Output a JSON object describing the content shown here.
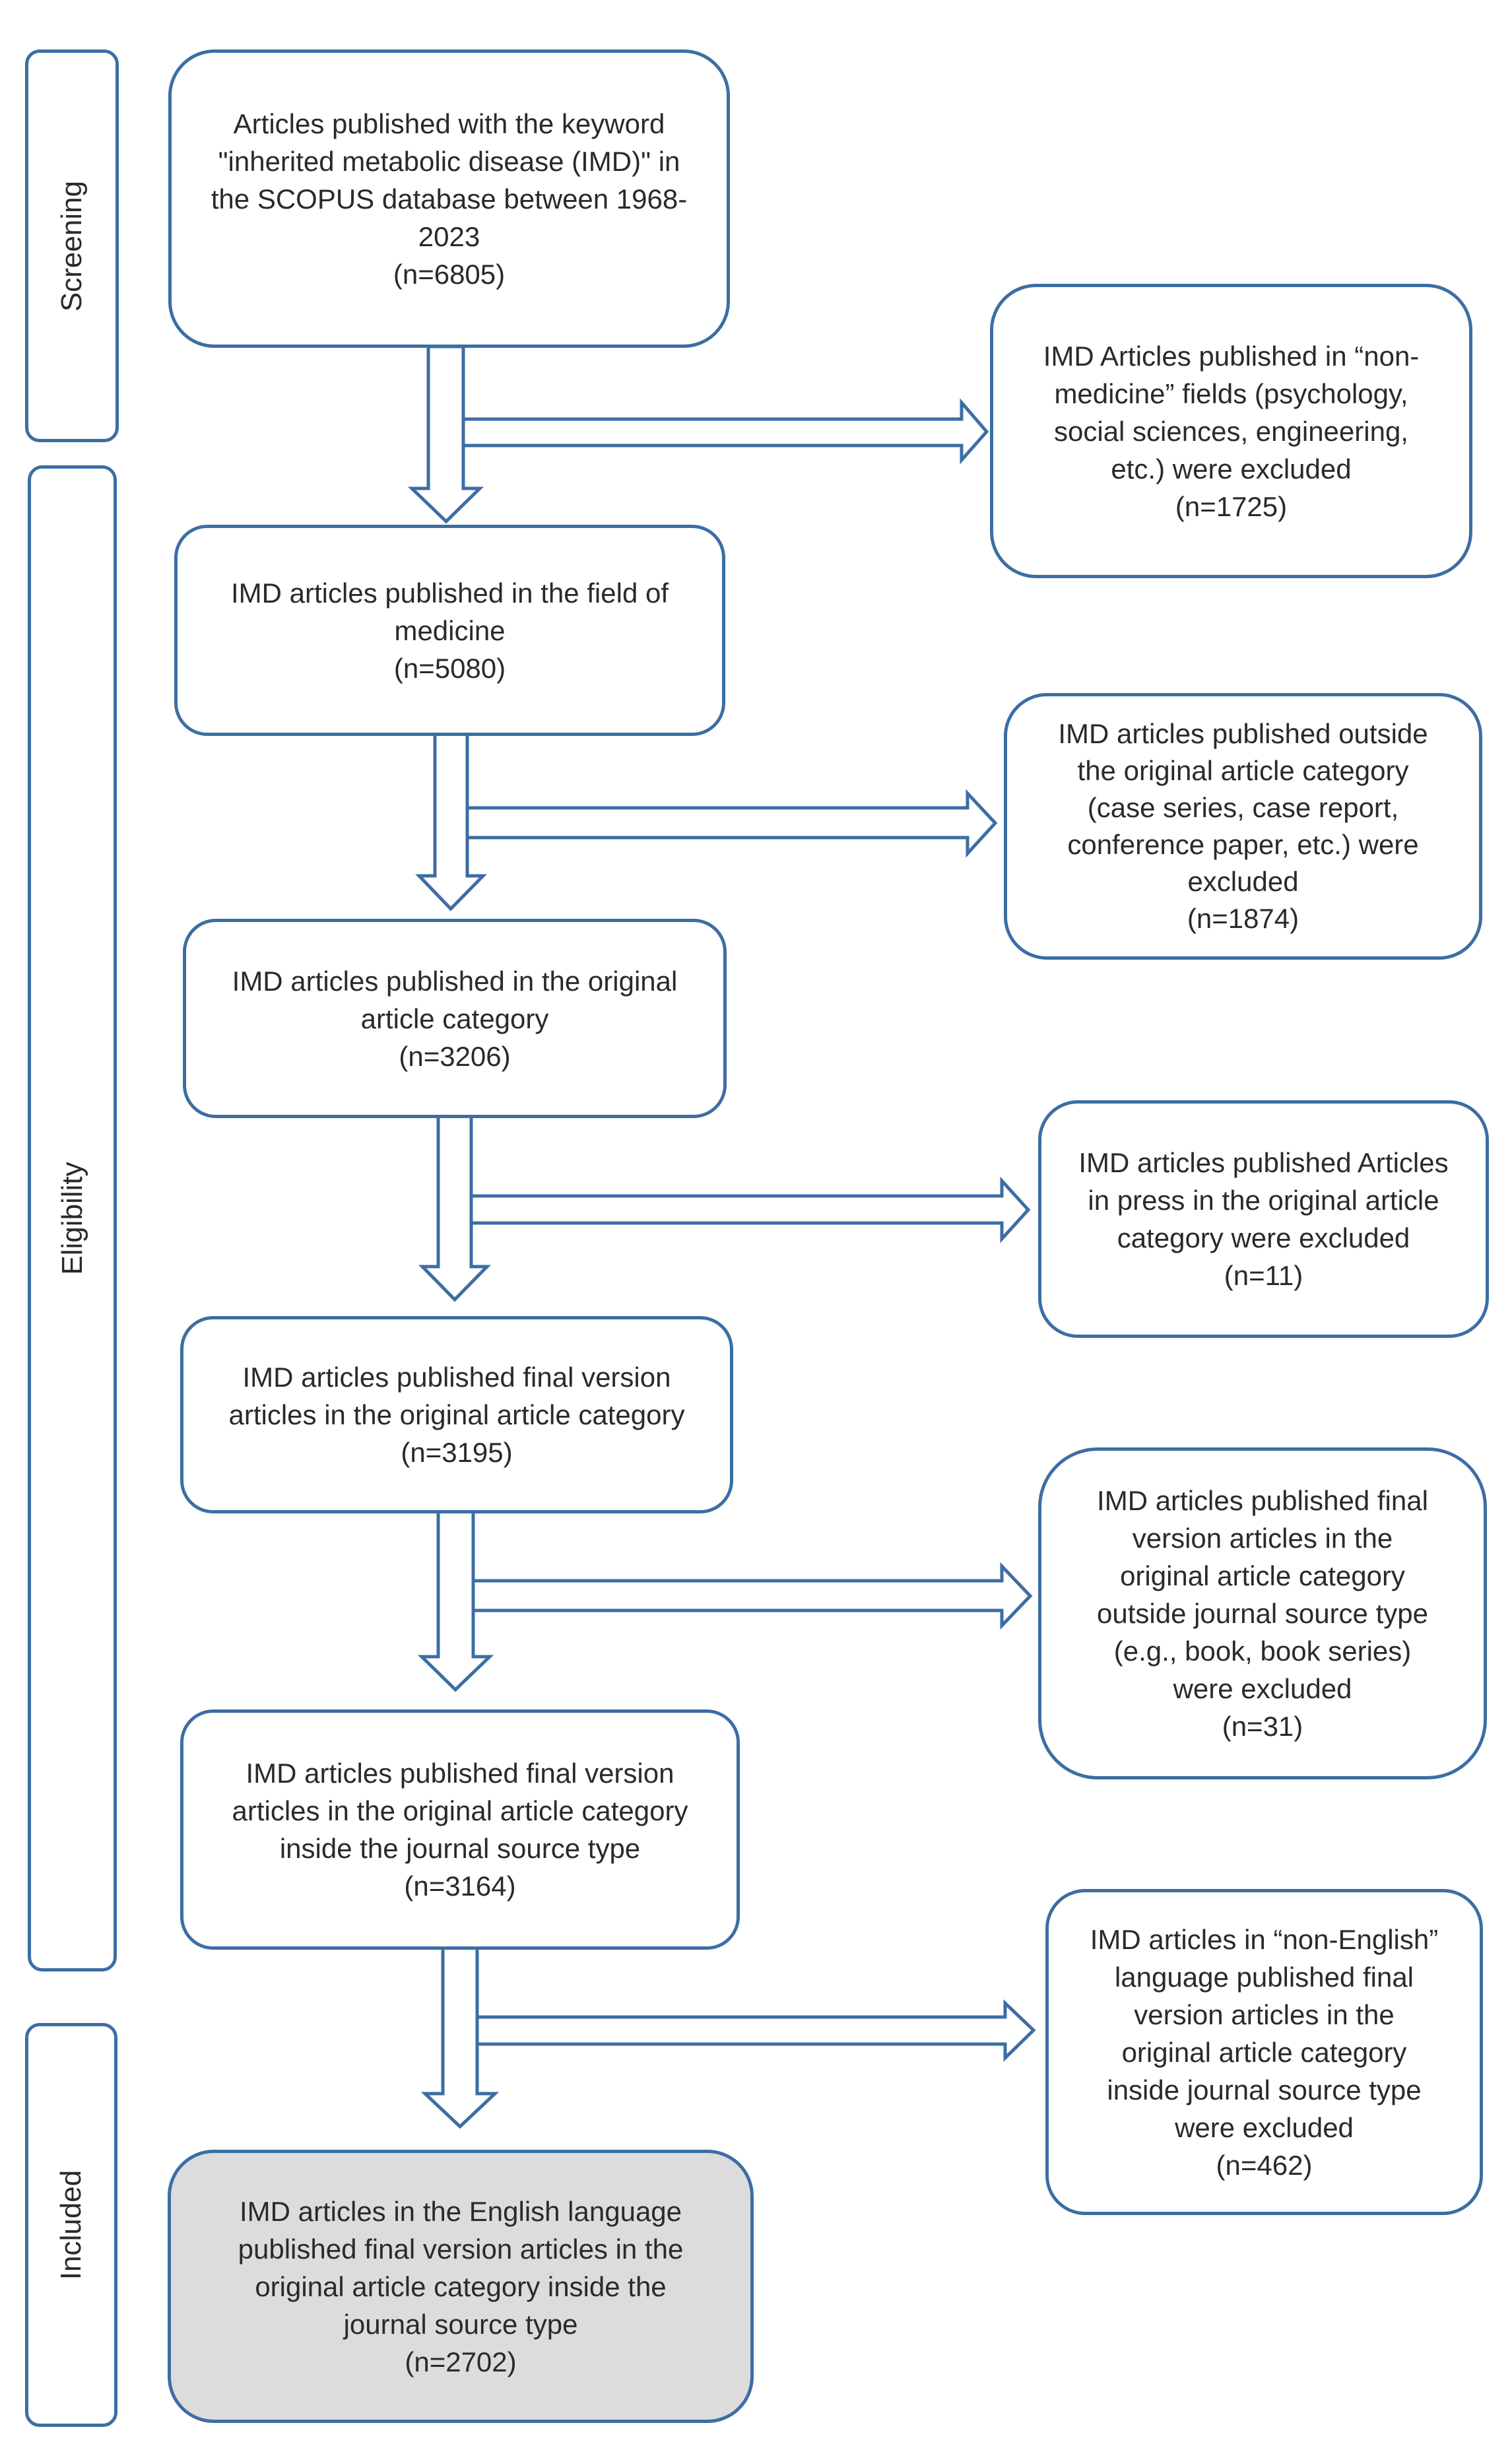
{
  "stages": {
    "screening": "Screening",
    "eligibility": "Eligibility",
    "included": "Included"
  },
  "flow": {
    "start": [
      "Articles published with the keyword",
      "\"inherited metabolic disease (IMD)\" in",
      "the SCOPUS database between 1968-",
      "2023",
      "(n=6805)"
    ],
    "step1": [
      "IMD articles published in the field of",
      "medicine",
      "(n=5080)"
    ],
    "step2": [
      "IMD articles published in the original",
      "article category",
      "(n=3206)"
    ],
    "step3": [
      "IMD articles published final version",
      "articles in the original article category",
      "(n=3195)"
    ],
    "step4": [
      "IMD articles published final version",
      "articles in the original article category",
      "inside the journal source type",
      "(n=3164)"
    ],
    "final": [
      "IMD articles in the English language",
      "published final version articles in the",
      "original article category inside the",
      "journal source type",
      "(n=2702)"
    ]
  },
  "exclusions": {
    "ex1": [
      "IMD Articles published in “non-",
      "medicine” fields (psychology,",
      "social sciences, engineering,",
      "etc.) were excluded",
      "(n=1725)"
    ],
    "ex2": [
      "IMD articles published outside",
      "the original article category",
      "(case series, case report,",
      "conference paper, etc.) were",
      "excluded",
      "(n=1874)"
    ],
    "ex3": [
      "IMD articles published Articles",
      "in press in the original article",
      "category were excluded",
      "(n=11)"
    ],
    "ex4": [
      "IMD articles published final",
      "version articles in the",
      "original article category",
      "outside journal source type",
      "(e.g., book, book series)",
      "were excluded",
      "(n=31)"
    ],
    "ex5": [
      "IMD articles in “non-English”",
      "language published final",
      "version articles in the",
      "original article category",
      "inside journal source type",
      "were excluded",
      "(n=462)"
    ]
  },
  "colors": {
    "stroke": "#3c6ea4",
    "final_fill": "#dcdcdc"
  }
}
